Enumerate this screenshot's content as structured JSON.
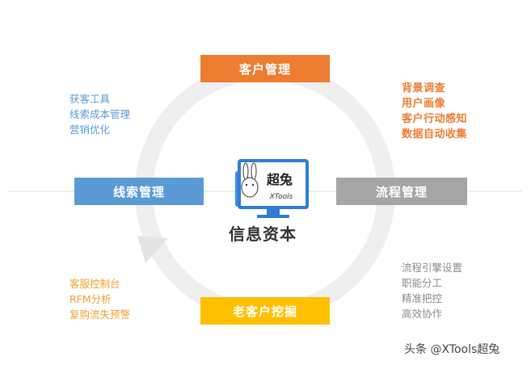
{
  "center": {
    "title": "信息资本",
    "logo_main": "超兔",
    "logo_sub": "XTools"
  },
  "nodes": {
    "top": {
      "label": "客户管理",
      "color": "#ED7D31"
    },
    "left": {
      "label": "线索管理",
      "color": "#5B9BD5"
    },
    "right": {
      "label": "流程管理",
      "color": "#A5A5A5"
    },
    "bottom": {
      "label": "老客户挖掘",
      "color": "#FFC000"
    }
  },
  "lists": {
    "top_left": {
      "color": "#5B9BD5",
      "items": [
        "获客工具",
        "线索成本管理",
        "营销优化"
      ]
    },
    "top_right": {
      "color": "#ED7D31",
      "items": [
        "背景调查",
        "用户画像",
        "客户行动感知",
        "数据自动收集"
      ]
    },
    "bottom_right": {
      "color": "#8C8C8C",
      "items": [
        "流程引擎设置",
        "职能分工",
        "精准把控",
        "高效协作"
      ]
    },
    "bottom_left": {
      "color": "#F0A030",
      "items": [
        "客服控制台",
        "RFM分析",
        "复购流失预警"
      ]
    }
  },
  "watermark": "头条 @XTools超兔"
}
